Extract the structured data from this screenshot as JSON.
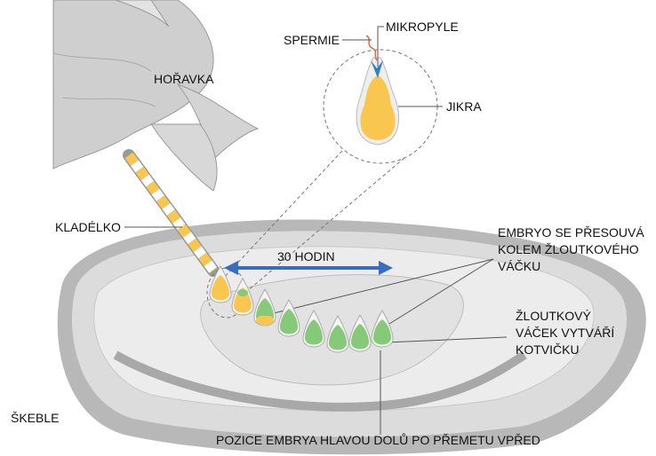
{
  "labels": {
    "fish": "HOŘAVKA",
    "ovipositor": "KLADÉLKO",
    "mussel": "ŠKEBLE",
    "sperm": "SPERMIE",
    "micropyle": "MIKROPYLE",
    "egg": "JIKRA",
    "duration": "30 HODIN",
    "embryo_moves_1": "EMBRYO SE PŘESOUVÁ",
    "embryo_moves_2": "KOLEM ŽLOUTKOVÉHO",
    "embryo_moves_3": "VÁČKU",
    "yolk_anchor_1": "ŽLOUTKOVÝ",
    "yolk_anchor_2": "VÁČEK VYTVÁŘÍ",
    "yolk_anchor_3": "KOTVIČKU",
    "embryo_position": "POZICE EMBRYA HLAVOU DOLŮ PO PŘEMETU VPŘED"
  },
  "colors": {
    "yolk": "#f9c74f",
    "embryo": "#86c979",
    "arrow": "#3b6cc4",
    "micropyle": "#2f7fc1",
    "sperm": "#e8623a"
  }
}
